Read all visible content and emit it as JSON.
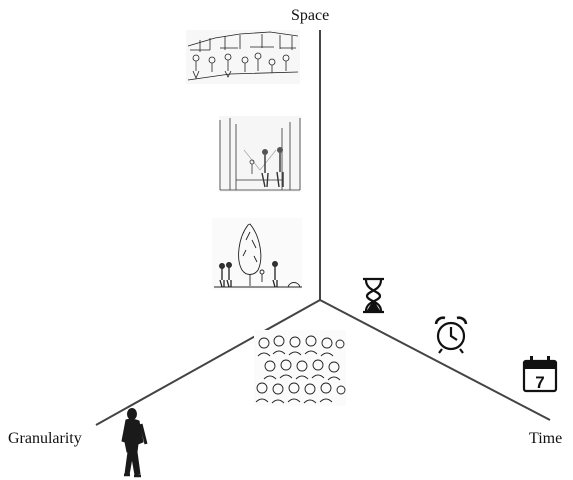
{
  "axes": {
    "space": "Space",
    "granularity": "Granularity",
    "time": "Time"
  },
  "calendar_day": "7",
  "illustrations": {
    "space": [
      "crowded-street-sketch",
      "street-with-pedestrians-sketch",
      "single-tree-with-people-sketch"
    ],
    "granularity": [
      "crowd-of-people-sketch",
      "single-walking-person-sketch"
    ],
    "time": [
      "hourglass-icon",
      "alarm-clock-icon",
      "calendar-icon"
    ]
  },
  "colors": {
    "axis": "#444444",
    "ink": "#111111"
  }
}
